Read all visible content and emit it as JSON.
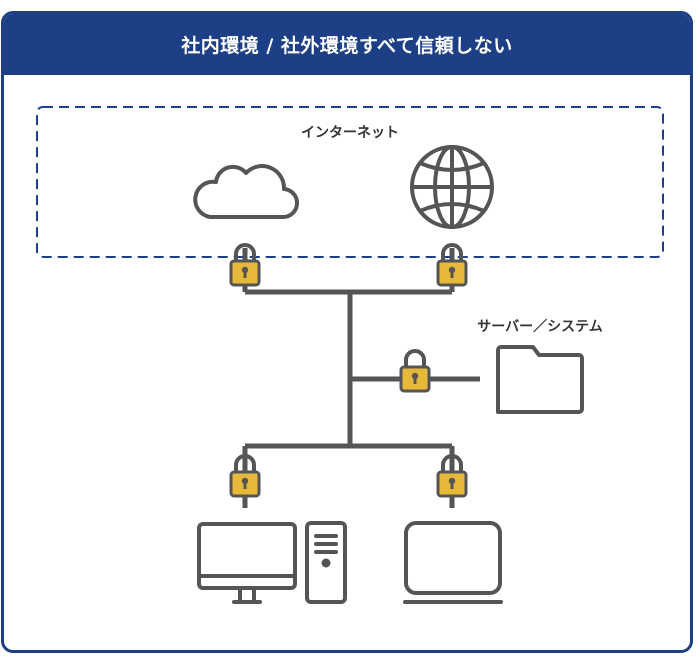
{
  "header": {
    "title": "社内環境 / 社外環境すべて信頼しない"
  },
  "zones": {
    "internet_label": "インターネット",
    "server_label": "サーバー／システム"
  },
  "nodes": [
    {
      "id": "cloud",
      "icon": "cloud-icon"
    },
    {
      "id": "globe",
      "icon": "globe-icon"
    },
    {
      "id": "server-folder",
      "icon": "folder-icon"
    },
    {
      "id": "desktop",
      "icon": "desktop-computer-icon"
    },
    {
      "id": "laptop",
      "icon": "laptop-icon"
    }
  ],
  "colors": {
    "brand": "#1d3f86",
    "line": "#555555",
    "lock_fill": "#e6b93b",
    "dashed_border": "#1d3f86"
  }
}
